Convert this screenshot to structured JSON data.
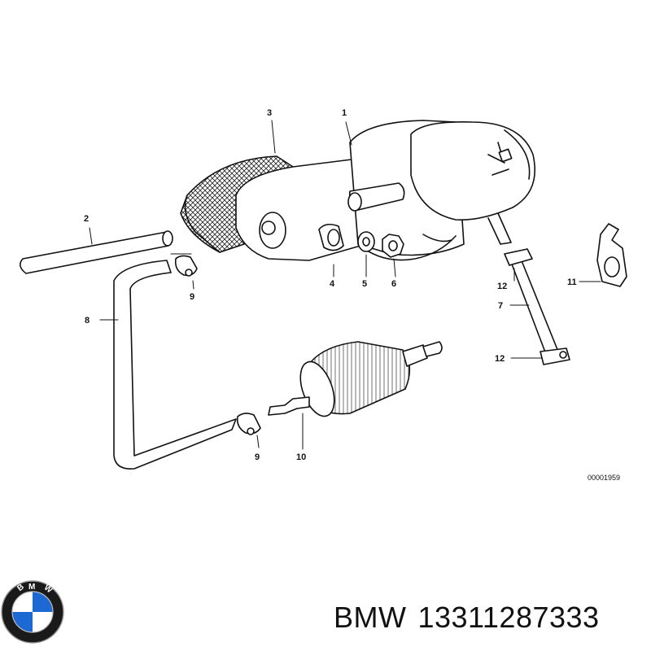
{
  "diagram": {
    "reference_code": "00001959",
    "callouts": [
      {
        "id": "1",
        "label": "1"
      },
      {
        "id": "2",
        "label": "2"
      },
      {
        "id": "3",
        "label": "3"
      },
      {
        "id": "4",
        "label": "4"
      },
      {
        "id": "5",
        "label": "5"
      },
      {
        "id": "6",
        "label": "6"
      },
      {
        "id": "7",
        "label": "7"
      },
      {
        "id": "8",
        "label": "8"
      },
      {
        "id": "9a",
        "label": "9"
      },
      {
        "id": "9b",
        "label": "9"
      },
      {
        "id": "10",
        "label": "10"
      },
      {
        "id": "11",
        "label": "11"
      },
      {
        "id": "12a",
        "label": "12"
      },
      {
        "id": "12b",
        "label": "12"
      }
    ]
  },
  "footer": {
    "brand": "BMW",
    "part_number": "13311287333",
    "logo_text": "BMW"
  },
  "colors": {
    "line": "#111111",
    "bmw_blue": "#1c69d4",
    "logo_ring": "#1a1a1a"
  }
}
